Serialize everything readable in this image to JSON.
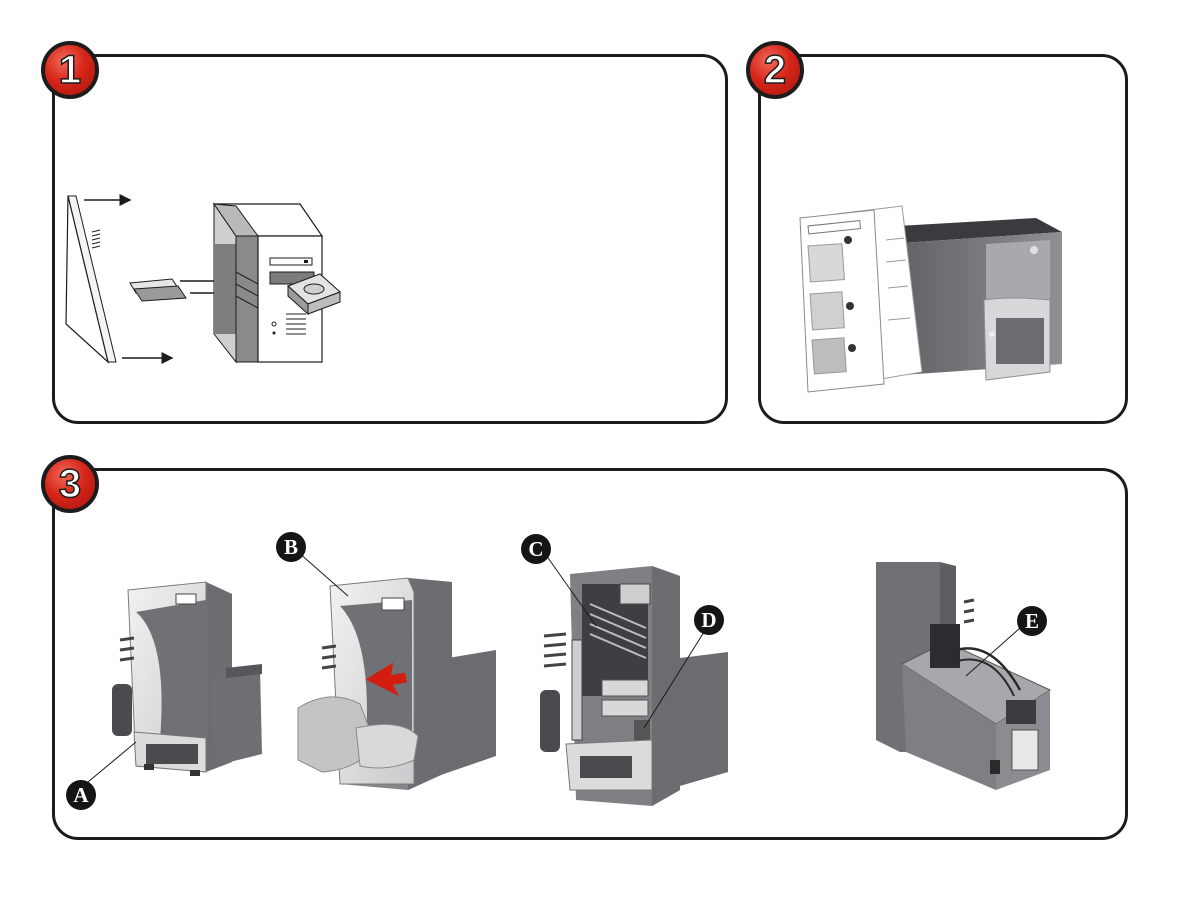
{
  "steps": [
    {
      "number": "1"
    },
    {
      "number": "2"
    },
    {
      "number": "3"
    }
  ],
  "callouts": {
    "a": "A",
    "b": "B",
    "c": "C",
    "d": "D",
    "e": "E"
  },
  "icons": [
    "computer-tower-icon",
    "pci-card-icon",
    "drive-icon",
    "side-panel-icon",
    "arrow-icon",
    "printer-icon",
    "manual-pages-icon",
    "hand-icon"
  ],
  "colors": {
    "badge_red": "#d8261a",
    "outline": "#1c1c1c",
    "callout_fill": "#151515",
    "unit_gray": "#7a7c80"
  }
}
